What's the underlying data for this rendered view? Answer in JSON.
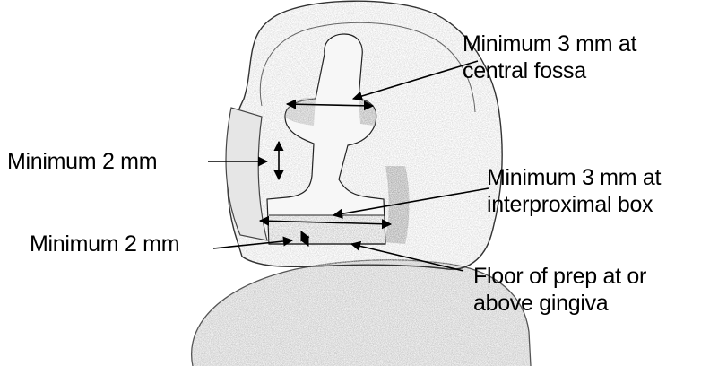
{
  "diagram": {
    "annotations": {
      "central_fossa": {
        "line1": "Minimum 3 mm at",
        "line2": "central fossa"
      },
      "axial_wall": {
        "text": "Minimum 2 mm"
      },
      "interproximal_box": {
        "line1": "Minimum 3 mm at",
        "line2": "interproximal box"
      },
      "gingival_depth": {
        "text": "Minimum 2 mm"
      },
      "floor_of_prep": {
        "line1": "Floor of prep at or",
        "line2": "above gingiva"
      }
    },
    "colors": {
      "ink": "#000000",
      "stipple_light": "#c8c8c8",
      "stipple_dark": "#8a8a8a",
      "background": "#ffffff"
    }
  }
}
